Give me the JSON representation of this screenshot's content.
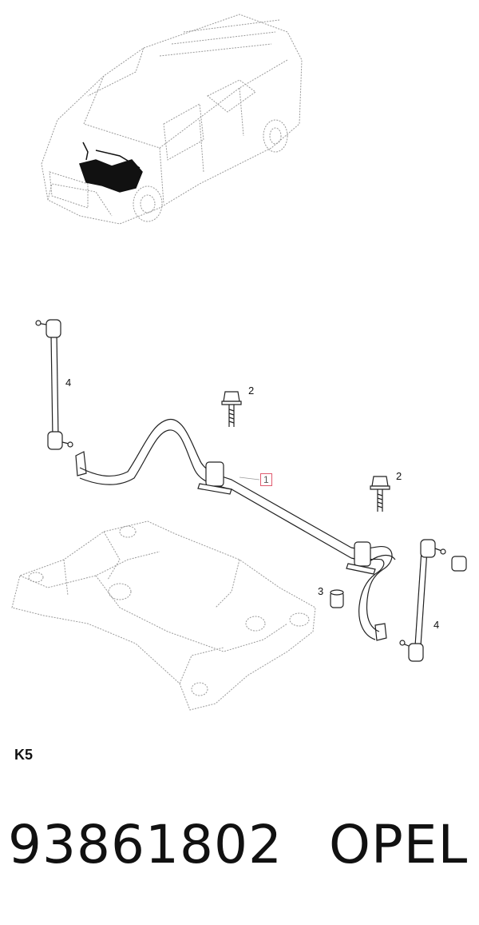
{
  "callouts": {
    "stabilizer_bar": "1",
    "bolt_upper": "2",
    "bolt_lower": "2",
    "bushing": "3",
    "link_left": "4",
    "link_right": "4"
  },
  "section_code": "K5",
  "part_number": "93861802",
  "brand": "OPEL",
  "colors": {
    "line": "#222222",
    "faint": "#9a9a9a",
    "highlight": "#e05a6e"
  }
}
